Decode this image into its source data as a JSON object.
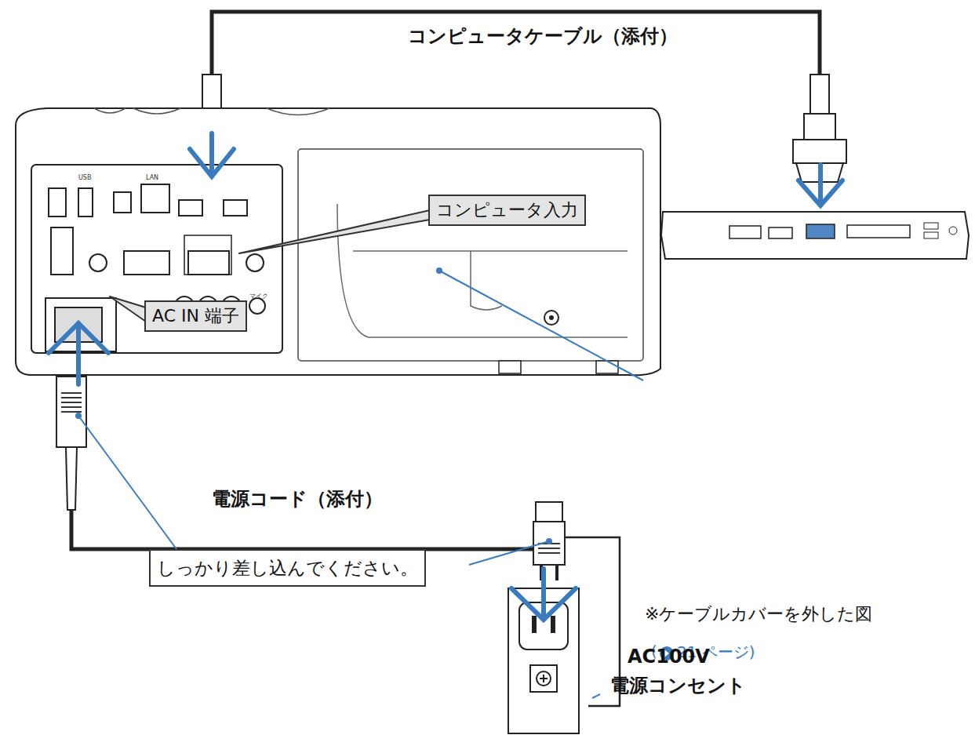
{
  "diagram": {
    "nodes": [
      {
        "text": [
          "コンピュータ入力"
        ]
      },
      {
        "text": [
          "AC IN 端子"
        ]
      },
      {
        "text": [
          "しっかり差し込んでください。"
        ]
      }
    ],
    "labels": [
      "コンピュータケーブル（添付）",
      "※ケーブルカバーを外した図",
      "(",
      "21 ページ)",
      "電源コード（添付）",
      "AC100V",
      "電源コンセント",
      "LAN",
      "USB",
      "マイク"
    ]
  }
}
